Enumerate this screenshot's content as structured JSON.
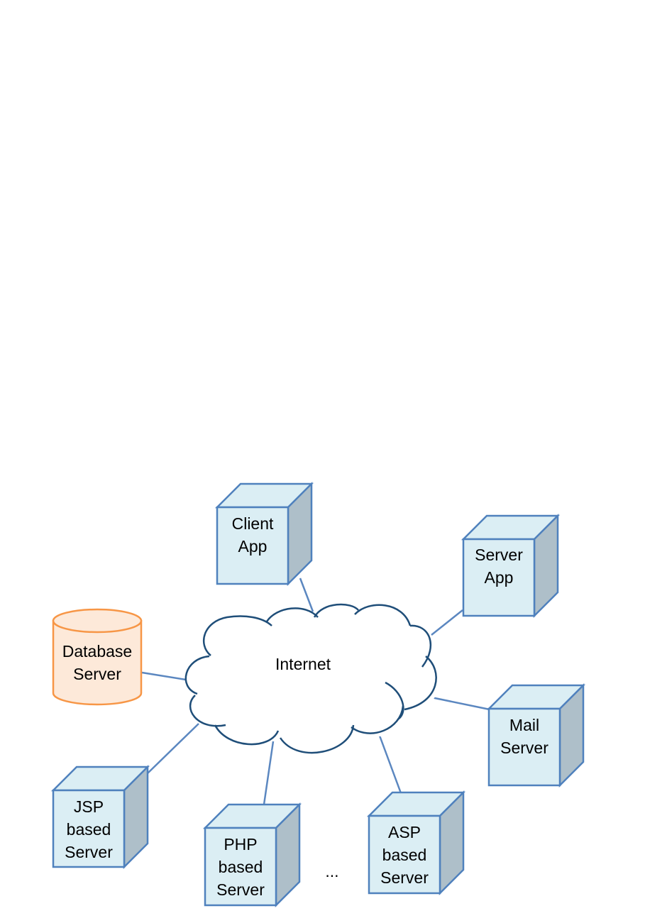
{
  "diagram": {
    "cloud_label": "Internet",
    "ellipsis": "...",
    "nodes": [
      {
        "id": "client-app",
        "lines": [
          "Client",
          "App"
        ]
      },
      {
        "id": "server-app",
        "lines": [
          "Server",
          "App"
        ]
      },
      {
        "id": "database-server",
        "lines": [
          "Database",
          "Server"
        ]
      },
      {
        "id": "mail-server",
        "lines": [
          "Mail",
          "Server"
        ]
      },
      {
        "id": "jsp-server",
        "lines": [
          "JSP",
          "based",
          "Server"
        ]
      },
      {
        "id": "php-server",
        "lines": [
          "PHP",
          "based",
          "Server"
        ]
      },
      {
        "id": "asp-server",
        "lines": [
          "ASP",
          "based",
          "Server"
        ]
      }
    ]
  },
  "colors": {
    "box_fill": "#dbeef4",
    "box_side": "#aebfc9",
    "box_stroke": "#4f81bd",
    "db_fill": "#fde9d9",
    "db_stroke": "#f79646",
    "cloud_stroke": "#1f4e79",
    "link": "#5b87c0"
  }
}
